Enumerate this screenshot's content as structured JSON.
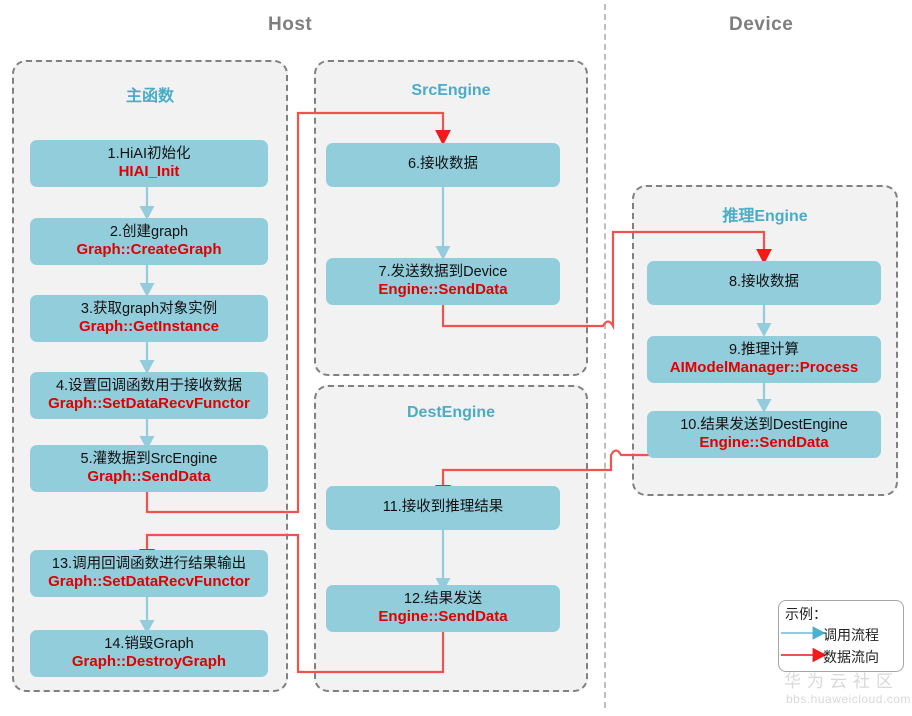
{
  "lanes": {
    "host": "Host",
    "device": "Device"
  },
  "groups": {
    "main": {
      "title": "主函数"
    },
    "src": {
      "title": "SrcEngine"
    },
    "dest": {
      "title": "DestEngine"
    },
    "infer": {
      "title": "推理Engine"
    }
  },
  "steps": [
    {
      "id": "s1",
      "cn": "1.HiAI初始化",
      "api": "HIAI_Init"
    },
    {
      "id": "s2",
      "cn": "2.创建graph",
      "api": "Graph::CreateGraph"
    },
    {
      "id": "s3",
      "cn": "3.获取graph对象实例",
      "api": "Graph::GetInstance"
    },
    {
      "id": "s4",
      "cn": "4.设置回调函数用于接收数据",
      "api": "Graph::SetDataRecvFunctor"
    },
    {
      "id": "s5",
      "cn": "5.灌数据到SrcEngine",
      "api": "Graph::SendData"
    },
    {
      "id": "s13",
      "cn": "13.调用回调函数进行结果输出",
      "api": "Graph::SetDataRecvFunctor"
    },
    {
      "id": "s14",
      "cn": "14.销毁Graph",
      "api": "Graph::DestroyGraph"
    },
    {
      "id": "s6",
      "cn": "6.接收数据",
      "api": ""
    },
    {
      "id": "s7",
      "cn": "7.发送数据到Device",
      "api": "Engine::SendData"
    },
    {
      "id": "s11",
      "cn": "11.接收到推理结果",
      "api": ""
    },
    {
      "id": "s12",
      "cn": "12.结果发送",
      "api": "Engine::SendData"
    },
    {
      "id": "s8",
      "cn": "8.接收数据",
      "api": ""
    },
    {
      "id": "s9",
      "cn": "9.推理计算",
      "api": "AIModelManager::Process"
    },
    {
      "id": "s10",
      "cn": "10.结果发送到DestEngine",
      "api": "Engine::SendData"
    }
  ],
  "legend": {
    "title": "示例：",
    "call_flow": "调用流程",
    "data_flow": "数据流向"
  },
  "watermark": {
    "cn": "华为云社区",
    "url": "bbs.huaweicloud.com"
  },
  "colors": {
    "step_fill": "#92cddc",
    "api_text": "#e00000",
    "group_title": "#4bacc6",
    "group_fill": "#f2f2f2",
    "group_border": "#808080",
    "call_arrow": "#93cddd",
    "data_arrow": "#ef5350",
    "lane_title": "#7f7f7f"
  }
}
